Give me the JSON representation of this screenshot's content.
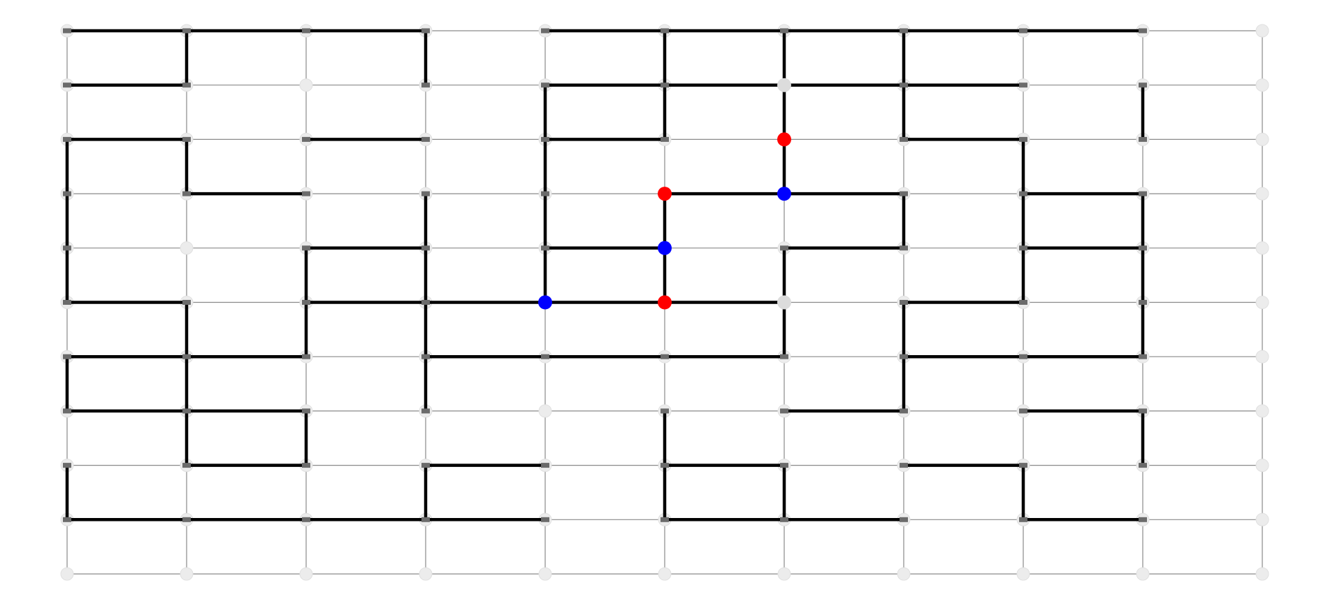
{
  "puzzle": {
    "columns": 10,
    "rows": 10,
    "colors": {
      "wall": "#000000",
      "grid": "#8a8a8a",
      "node": "#ececec",
      "node_wall": "#6b6b6b",
      "red": "#ff0000",
      "blue": "#0000ff",
      "empty_marker": "#dcdcdc"
    },
    "horizontal_walls": [
      [
        0,
        0
      ],
      [
        1,
        0
      ],
      [
        2,
        0
      ],
      [
        4,
        0
      ],
      [
        5,
        0
      ],
      [
        6,
        0
      ],
      [
        7,
        0
      ],
      [
        8,
        0
      ],
      [
        0,
        1
      ],
      [
        4,
        1
      ],
      [
        5,
        1
      ],
      [
        6,
        1
      ],
      [
        7,
        1
      ],
      [
        0,
        2
      ],
      [
        2,
        2
      ],
      [
        4,
        2
      ],
      [
        7,
        2
      ],
      [
        1,
        3
      ],
      [
        5,
        3
      ],
      [
        6,
        3
      ],
      [
        8,
        3
      ],
      [
        2,
        4
      ],
      [
        4,
        4
      ],
      [
        6,
        4
      ],
      [
        8,
        4
      ],
      [
        0,
        5
      ],
      [
        2,
        5
      ],
      [
        3,
        5
      ],
      [
        4,
        5
      ],
      [
        5,
        5
      ],
      [
        7,
        5
      ],
      [
        0,
        6
      ],
      [
        1,
        6
      ],
      [
        3,
        6
      ],
      [
        4,
        6
      ],
      [
        5,
        6
      ],
      [
        7,
        6
      ],
      [
        8,
        6
      ],
      [
        0,
        7
      ],
      [
        1,
        7
      ],
      [
        6,
        7
      ],
      [
        8,
        7
      ],
      [
        1,
        8
      ],
      [
        3,
        8
      ],
      [
        5,
        8
      ],
      [
        7,
        8
      ],
      [
        0,
        9
      ],
      [
        1,
        9
      ],
      [
        2,
        9
      ],
      [
        3,
        9
      ],
      [
        5,
        9
      ],
      [
        6,
        9
      ],
      [
        8,
        9
      ]
    ],
    "vertical_walls": [
      [
        1,
        0
      ],
      [
        3,
        0
      ],
      [
        5,
        0
      ],
      [
        6,
        0
      ],
      [
        7,
        0
      ],
      [
        4,
        1
      ],
      [
        5,
        1
      ],
      [
        6,
        1
      ],
      [
        7,
        1
      ],
      [
        9,
        1
      ],
      [
        0,
        2
      ],
      [
        1,
        2
      ],
      [
        4,
        2
      ],
      [
        6,
        2
      ],
      [
        8,
        2
      ],
      [
        0,
        3
      ],
      [
        3,
        3
      ],
      [
        4,
        3
      ],
      [
        5,
        3
      ],
      [
        7,
        3
      ],
      [
        8,
        3
      ],
      [
        9,
        3
      ],
      [
        0,
        4
      ],
      [
        2,
        4
      ],
      [
        3,
        4
      ],
      [
        4,
        4
      ],
      [
        5,
        4
      ],
      [
        6,
        4
      ],
      [
        8,
        4
      ],
      [
        9,
        4
      ],
      [
        1,
        5
      ],
      [
        2,
        5
      ],
      [
        3,
        5
      ],
      [
        6,
        5
      ],
      [
        7,
        5
      ],
      [
        9,
        5
      ],
      [
        0,
        6
      ],
      [
        1,
        6
      ],
      [
        3,
        6
      ],
      [
        7,
        6
      ],
      [
        1,
        7
      ],
      [
        2,
        7
      ],
      [
        5,
        7
      ],
      [
        9,
        7
      ],
      [
        0,
        8
      ],
      [
        3,
        8
      ],
      [
        5,
        8
      ],
      [
        6,
        8
      ],
      [
        8,
        8
      ]
    ],
    "markers": [
      {
        "col": 6,
        "row": 1,
        "color": "empty"
      },
      {
        "col": 6,
        "row": 2,
        "color": "red"
      },
      {
        "col": 5,
        "row": 3,
        "color": "red"
      },
      {
        "col": 6,
        "row": 3,
        "color": "blue"
      },
      {
        "col": 5,
        "row": 4,
        "color": "blue"
      },
      {
        "col": 4,
        "row": 5,
        "color": "blue"
      },
      {
        "col": 5,
        "row": 5,
        "color": "red"
      },
      {
        "col": 6,
        "row": 5,
        "color": "empty"
      }
    ]
  }
}
